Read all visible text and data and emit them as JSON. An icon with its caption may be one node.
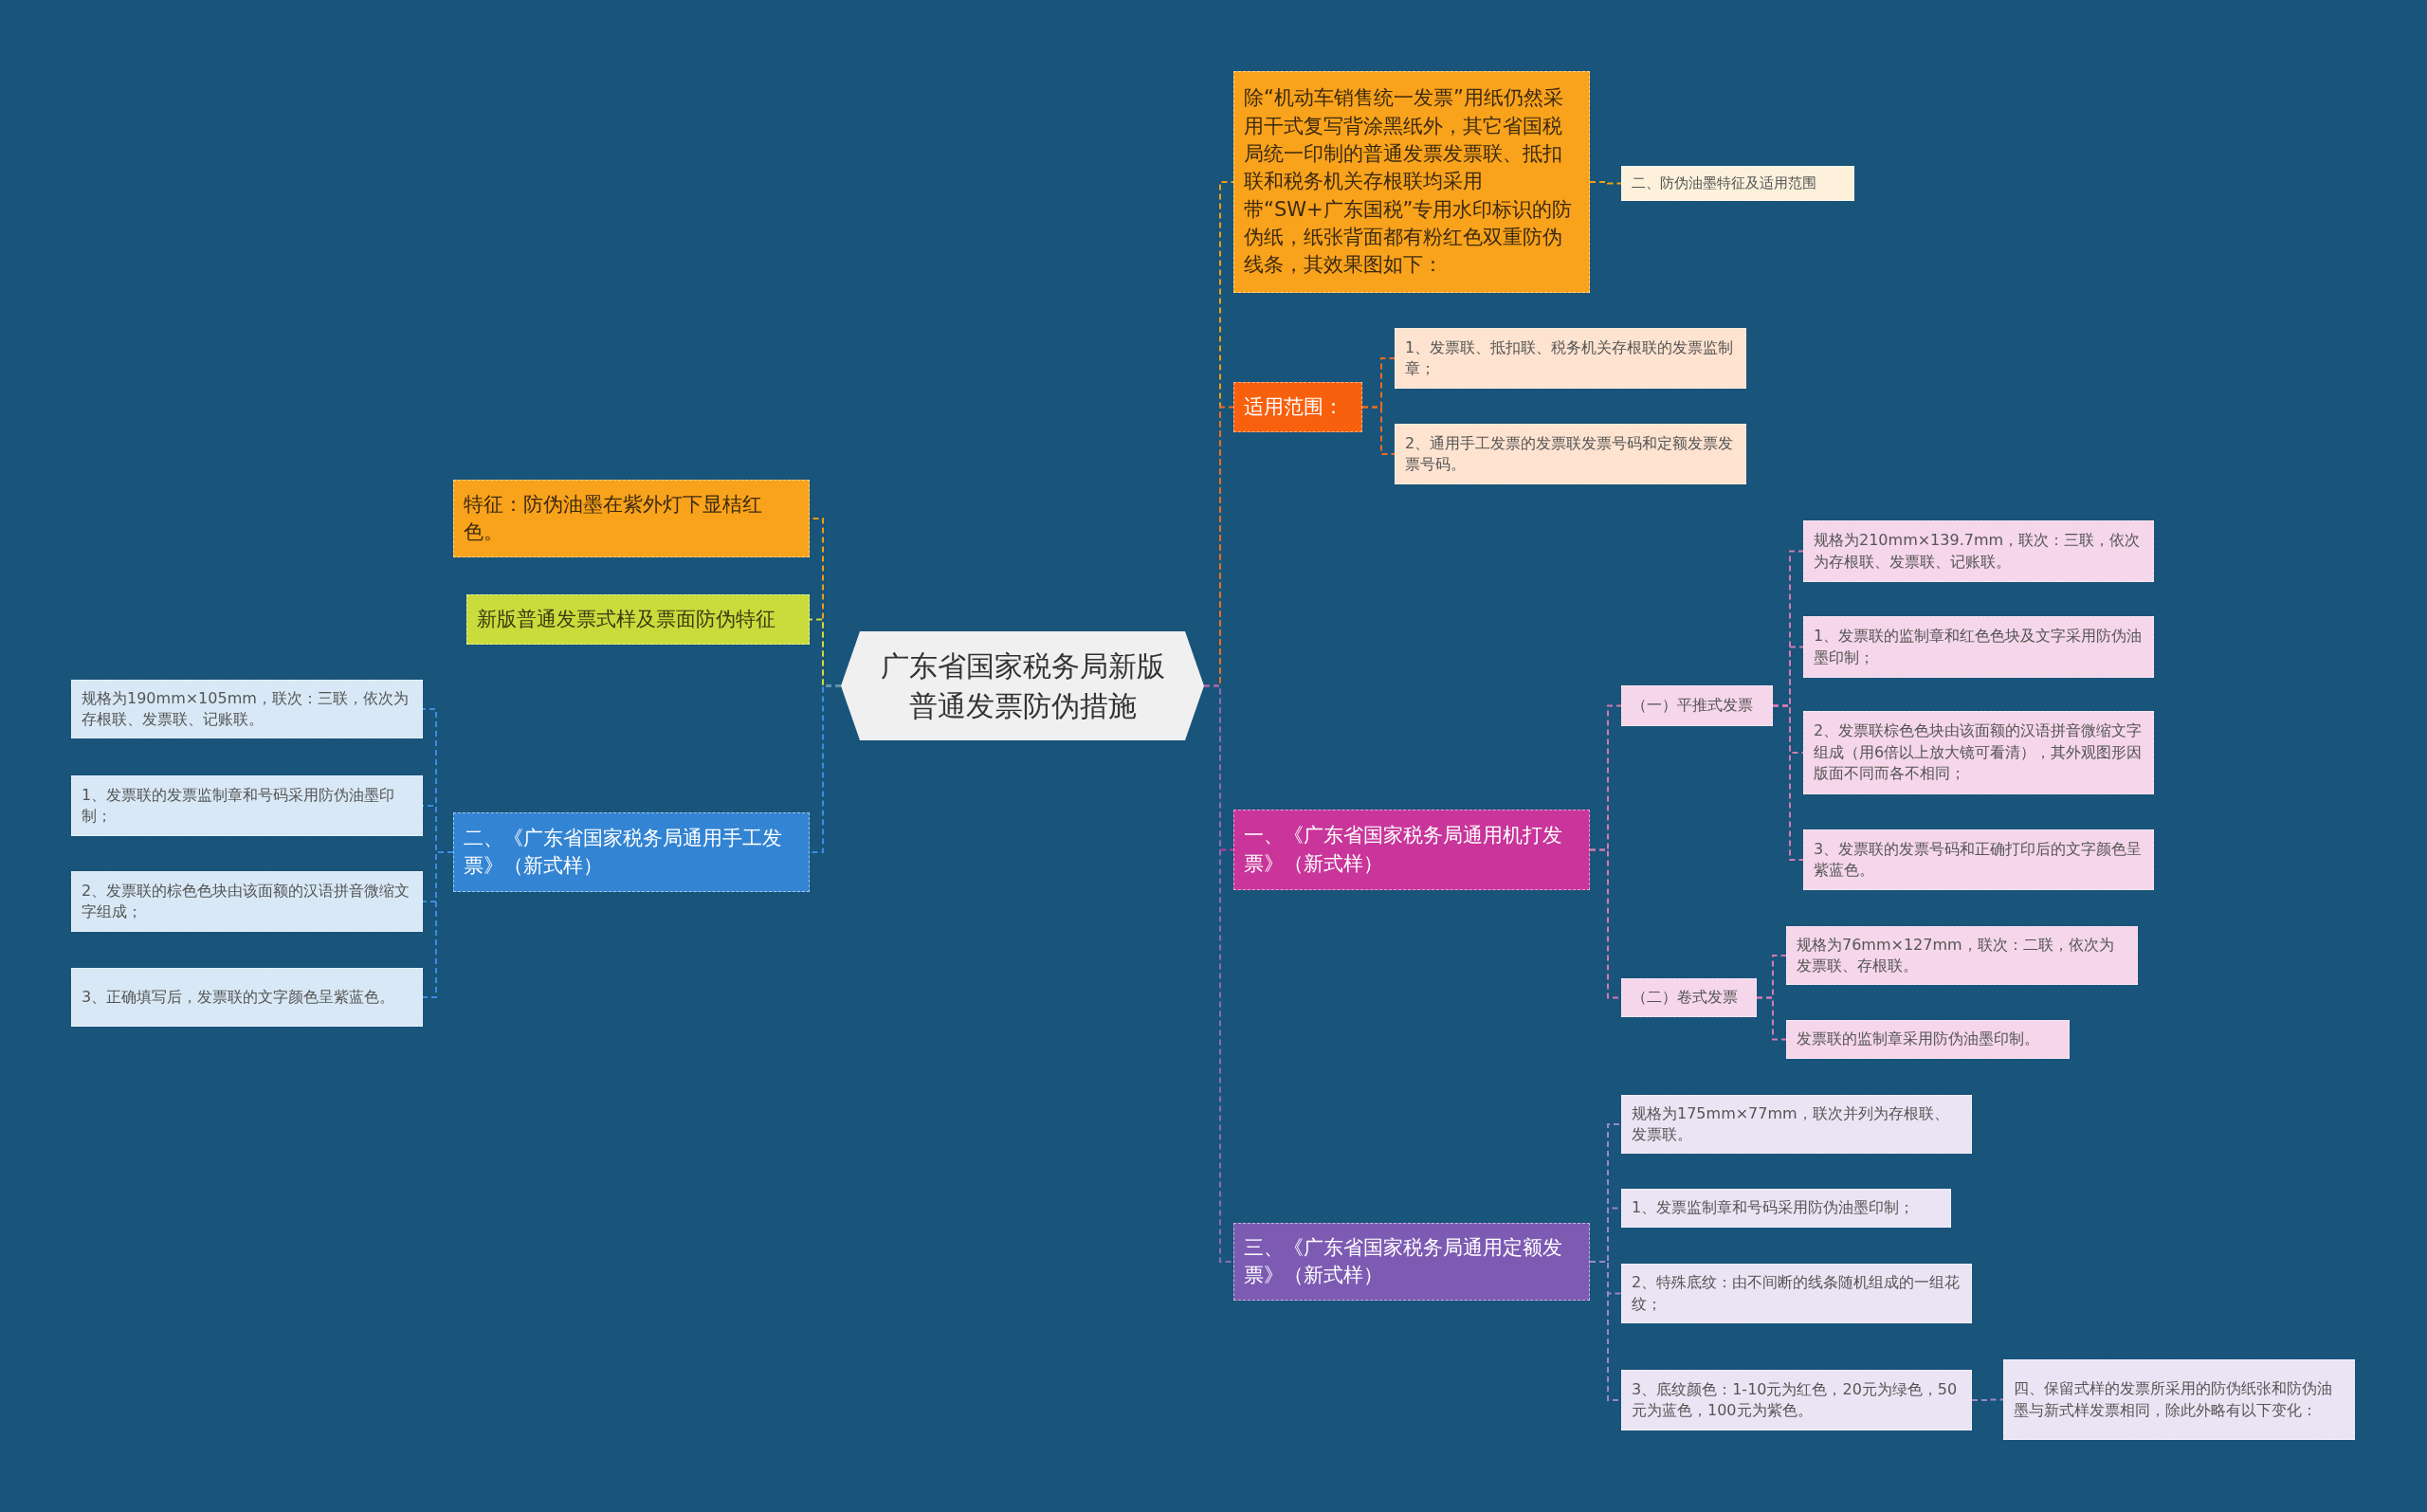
{
  "diagram": {
    "nodes": [
      {
        "text": [
          "广东省国家税务局新版普通发票防伪措施"
        ]
      },
      {
        "text": [
          "除“机动车销售统一发票”用纸仍然采用干式复写背涂黑纸外，其它省国税局统一印制的普通发票发票联、抵扣联和税务机关存根联均采用带“SW+广东国税”专用水印标识的防伪纸，纸张背面都有粉红色双重防伪线条，其效果图如下："
        ]
      },
      {
        "text": [
          "二、防伪油墨特征及适用范围"
        ]
      },
      {
        "text": [
          "适用范围："
        ]
      },
      {
        "text": [
          "1、发票联、抵扣联、税务机关存根联的发票监制章；"
        ]
      },
      {
        "text": [
          "2、通用手工发票的发票联发票号码和定额发票发票号码。"
        ]
      },
      {
        "text": [
          "一、《广东省国家税务局通用机打发票》（新式样）"
        ]
      },
      {
        "text": [
          "（一）平推式发票"
        ]
      },
      {
        "text": [
          "规格为210mm×139.7mm，联次：三联，依次为存根联、发票联、记账联。"
        ]
      },
      {
        "text": [
          "1、发票联的监制章和红色色块及文字采用防伪油墨印制；"
        ]
      },
      {
        "text": [
          "2、发票联棕色色块由该面额的汉语拼音微缩文字组成（用6倍以上放大镜可看清），其外观图形因版面不同而各不相同；"
        ]
      },
      {
        "text": [
          "3、发票联的发票号码和正确打印后的文字颜色呈紫蓝色。"
        ]
      },
      {
        "text": [
          "（二）卷式发票"
        ]
      },
      {
        "text": [
          "规格为76mm×127mm，联次：二联，依次为发票联、存根联。"
        ]
      },
      {
        "text": [
          "发票联的监制章采用防伪油墨印制。"
        ]
      },
      {
        "text": [
          "三、《广东省国家税务局通用定额发票》（新式样）"
        ]
      },
      {
        "text": [
          "规格为175mm×77mm，联次并列为存根联、发票联。"
        ]
      },
      {
        "text": [
          "1、发票监制章和号码采用防伪油墨印制；"
        ]
      },
      {
        "text": [
          "2、特殊底纹：由不间断的线条随机组成的一组花纹；"
        ]
      },
      {
        "text": [
          "3、底纹颜色：1-10元为红色，20元为绿色，50元为蓝色，100元为紫色。"
        ]
      },
      {
        "text": [
          "四、保留式样的发票所采用的防伪纸张和防伪油墨与新式样发票相同，除此外略有以下变化："
        ]
      },
      {
        "text": [
          "特征：防伪油墨在紫外灯下显桔红色。"
        ]
      },
      {
        "text": [
          "新版普通发票式样及票面防伪特征"
        ]
      },
      {
        "text": [
          "二、《广东省国家税务局通用手工发票》（新式样）"
        ]
      },
      {
        "text": [
          "规格为190mm×105mm，联次：三联，依次为存根联、发票联、记账联。"
        ]
      },
      {
        "text": [
          "1、发票联的发票监制章和号码采用防伪油墨印制；"
        ]
      },
      {
        "text": [
          "2、发票联的棕色色块由该面额的汉语拼音微缩文字组成；"
        ]
      },
      {
        "text": [
          "3、正确填写后，发票联的文字颜色呈紫蓝色。"
        ]
      }
    ],
    "edges": [
      {
        "from": 0,
        "to": 1,
        "arrow": "none",
        "color": "#f39c12"
      },
      {
        "from": 1,
        "to": 2,
        "arrow": "none",
        "color": "#f39c12"
      },
      {
        "from": 0,
        "to": 3,
        "arrow": "none",
        "color": "#f36a1d"
      },
      {
        "from": 3,
        "to": 4,
        "arrow": "none",
        "color": "#f36a1d"
      },
      {
        "from": 3,
        "to": 5,
        "arrow": "none",
        "color": "#f36a1d"
      },
      {
        "from": 0,
        "to": 6,
        "arrow": "none",
        "color": "#c9359a"
      },
      {
        "from": 6,
        "to": 7,
        "arrow": "none",
        "color": "#d37ab0"
      },
      {
        "from": 7,
        "to": 8,
        "arrow": "none",
        "color": "#d37ab0"
      },
      {
        "from": 7,
        "to": 9,
        "arrow": "none",
        "color": "#d37ab0"
      },
      {
        "from": 7,
        "to": 10,
        "arrow": "none",
        "color": "#d37ab0"
      },
      {
        "from": 7,
        "to": 11,
        "arrow": "none",
        "color": "#d37ab0"
      },
      {
        "from": 6,
        "to": 12,
        "arrow": "none",
        "color": "#d37ab0"
      },
      {
        "from": 12,
        "to": 13,
        "arrow": "none",
        "color": "#d37ab0"
      },
      {
        "from": 12,
        "to": 14,
        "arrow": "none",
        "color": "#d37ab0"
      },
      {
        "from": 0,
        "to": 15,
        "arrow": "none",
        "color": "#8a6bc0"
      },
      {
        "from": 15,
        "to": 16,
        "arrow": "none",
        "color": "#9d86c9"
      },
      {
        "from": 15,
        "to": 17,
        "arrow": "none",
        "color": "#9d86c9"
      },
      {
        "from": 15,
        "to": 18,
        "arrow": "none",
        "color": "#9d86c9"
      },
      {
        "from": 15,
        "to": 19,
        "arrow": "none",
        "color": "#9d86c9"
      },
      {
        "from": 19,
        "to": 20,
        "arrow": "none",
        "color": "#9d86c9"
      },
      {
        "from": 0,
        "to": 21,
        "arrow": "none",
        "color": "#f39c12"
      },
      {
        "from": 0,
        "to": 22,
        "arrow": "none",
        "color": "#cddc39"
      },
      {
        "from": 0,
        "to": 23,
        "arrow": "none",
        "color": "#3a8ee0"
      },
      {
        "from": 23,
        "to": 24,
        "arrow": "none",
        "color": "#3a8ee0"
      },
      {
        "from": 23,
        "to": 25,
        "arrow": "none",
        "color": "#3a8ee0"
      },
      {
        "from": 23,
        "to": 26,
        "arrow": "none",
        "color": "#3a8ee0"
      },
      {
        "from": 23,
        "to": 27,
        "arrow": "none",
        "color": "#3a8ee0"
      }
    ]
  }
}
